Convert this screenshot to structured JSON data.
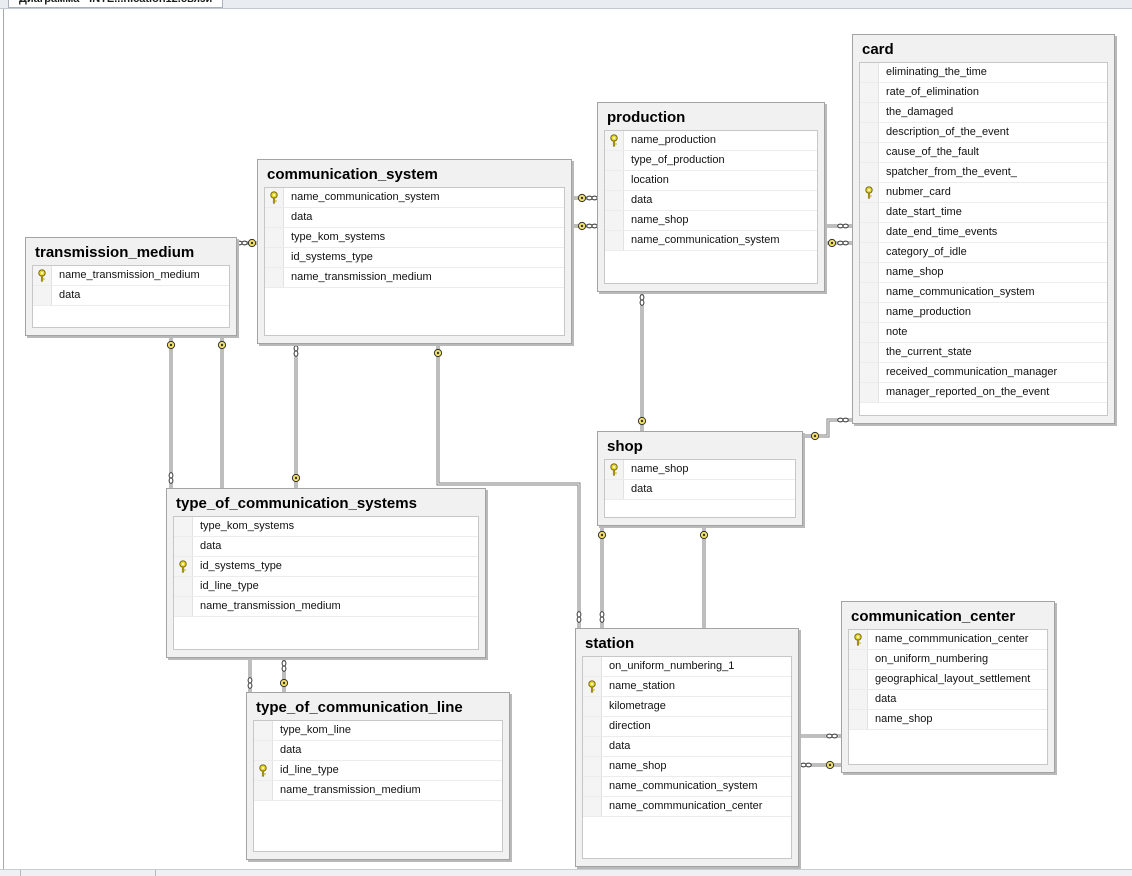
{
  "tab": {
    "title": "Диаграмма - INTE...nication12.связи"
  },
  "colors": {
    "key": "#d6c21b",
    "line": "#8a8a8a",
    "frame": "#a3a3a3"
  },
  "tables": [
    {
      "id": "transmission_medium",
      "title": "transmission_medium",
      "columns": [
        {
          "name": "name_transmission_medium",
          "pk": true
        },
        {
          "name": "data",
          "pk": false
        }
      ]
    },
    {
      "id": "communication_system",
      "title": "communication_system",
      "columns": [
        {
          "name": "name_communication_system",
          "pk": true
        },
        {
          "name": "data",
          "pk": false
        },
        {
          "name": "type_kom_systems",
          "pk": false
        },
        {
          "name": "id_systems_type",
          "pk": false
        },
        {
          "name": "name_transmission_medium",
          "pk": false
        }
      ]
    },
    {
      "id": "production",
      "title": "production",
      "columns": [
        {
          "name": "name_production",
          "pk": true
        },
        {
          "name": "type_of_production",
          "pk": false
        },
        {
          "name": "location",
          "pk": false
        },
        {
          "name": "data",
          "pk": false
        },
        {
          "name": "name_shop",
          "pk": false
        },
        {
          "name": "name_communication_system",
          "pk": false
        }
      ]
    },
    {
      "id": "card",
      "title": "card",
      "columns": [
        {
          "name": "eliminating_the_time",
          "pk": false
        },
        {
          "name": "rate_of_elimination",
          "pk": false
        },
        {
          "name": "the_damaged",
          "pk": false
        },
        {
          "name": "description_of_the_event",
          "pk": false
        },
        {
          "name": "cause_of_the_fault",
          "pk": false
        },
        {
          "name": "spatcher_from_the_event_",
          "pk": false
        },
        {
          "name": "nubmer_card",
          "pk": true
        },
        {
          "name": "date_start_time",
          "pk": false
        },
        {
          "name": "date_end_time_events",
          "pk": false
        },
        {
          "name": "category_of_idle",
          "pk": false
        },
        {
          "name": "name_shop",
          "pk": false
        },
        {
          "name": "name_communication_system",
          "pk": false
        },
        {
          "name": "name_production",
          "pk": false
        },
        {
          "name": "note",
          "pk": false
        },
        {
          "name": "the_current_state",
          "pk": false
        },
        {
          "name": "received_communication_manager",
          "pk": false
        },
        {
          "name": "manager_reported_on_the_event",
          "pk": false
        }
      ]
    },
    {
      "id": "shop",
      "title": "shop",
      "columns": [
        {
          "name": "name_shop",
          "pk": true
        },
        {
          "name": "data",
          "pk": false
        }
      ]
    },
    {
      "id": "type_of_communication_systems",
      "title": "type_of_communication_systems",
      "columns": [
        {
          "name": "type_kom_systems",
          "pk": false
        },
        {
          "name": "data",
          "pk": false
        },
        {
          "name": "id_systems_type",
          "pk": true
        },
        {
          "name": "id_line_type",
          "pk": false
        },
        {
          "name": "name_transmission_medium",
          "pk": false
        }
      ]
    },
    {
      "id": "type_of_communication_line",
      "title": "type_of_communication_line",
      "columns": [
        {
          "name": "type_kom_line",
          "pk": false
        },
        {
          "name": "data",
          "pk": false
        },
        {
          "name": "id_line_type",
          "pk": true
        },
        {
          "name": "name_transmission_medium",
          "pk": false
        }
      ]
    },
    {
      "id": "station",
      "title": "station",
      "columns": [
        {
          "name": "on_uniform_numbering_1",
          "pk": false
        },
        {
          "name": "name_station",
          "pk": true
        },
        {
          "name": "kilometrage",
          "pk": false
        },
        {
          "name": "direction",
          "pk": false
        },
        {
          "name": "data",
          "pk": false
        },
        {
          "name": "name_shop",
          "pk": false
        },
        {
          "name": "name_communication_system",
          "pk": false
        },
        {
          "name": "name_commmunication_center",
          "pk": false
        }
      ]
    },
    {
      "id": "communication_center",
      "title": "communication_center",
      "columns": [
        {
          "name": "name_commmunication_center",
          "pk": true
        },
        {
          "name": "on_uniform_numbering",
          "pk": false
        },
        {
          "name": "geographical_layout_settlement",
          "pk": false
        },
        {
          "name": "data",
          "pk": false
        },
        {
          "name": "name_shop",
          "pk": false
        }
      ]
    }
  ],
  "relationships": [
    {
      "from": "transmission_medium",
      "to": "communication_system"
    },
    {
      "from": "transmission_medium",
      "to": "type_of_communication_systems"
    },
    {
      "from": "communication_system",
      "to": "type_of_communication_systems"
    },
    {
      "from": "communication_system",
      "to": "production"
    },
    {
      "from": "communication_system",
      "to": "station"
    },
    {
      "from": "production",
      "to": "card"
    },
    {
      "from": "production",
      "to": "shop"
    },
    {
      "from": "shop",
      "to": "card"
    },
    {
      "from": "shop",
      "to": "station"
    },
    {
      "from": "type_of_communication_systems",
      "to": "type_of_communication_line"
    },
    {
      "from": "communication_center",
      "to": "station"
    }
  ]
}
